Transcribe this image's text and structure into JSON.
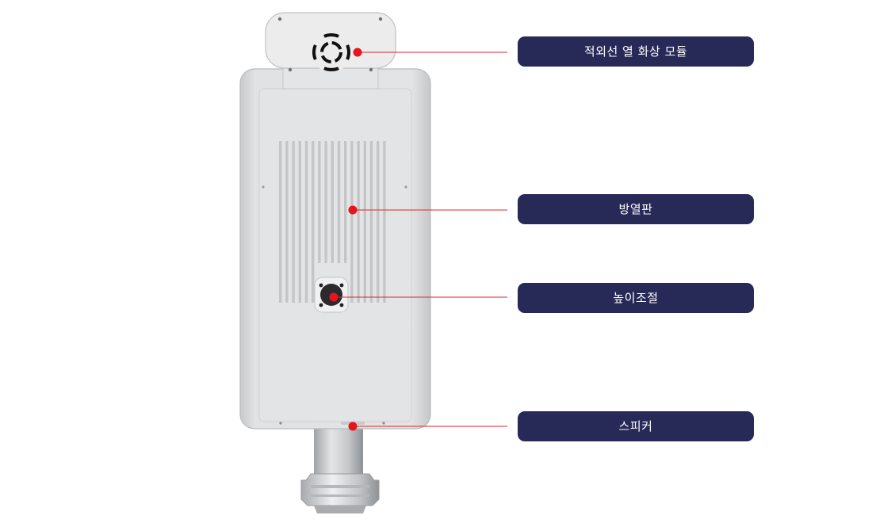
{
  "colors": {
    "label_bg": "#272a57",
    "label_text": "#ffffff",
    "leader_line": "#e0262b",
    "dot": "#e8141d",
    "device_body": "#dadbdc",
    "device_panel": "#e2e3e4"
  },
  "labels": [
    {
      "text": "적외선 열 화상 모듈",
      "target": "thermal-module-icon"
    },
    {
      "text": "방열판",
      "target": "heat-sink"
    },
    {
      "text": "높이조절",
      "target": "height-adjust-knob"
    },
    {
      "text": "스피커",
      "target": "speaker-grille"
    }
  ]
}
